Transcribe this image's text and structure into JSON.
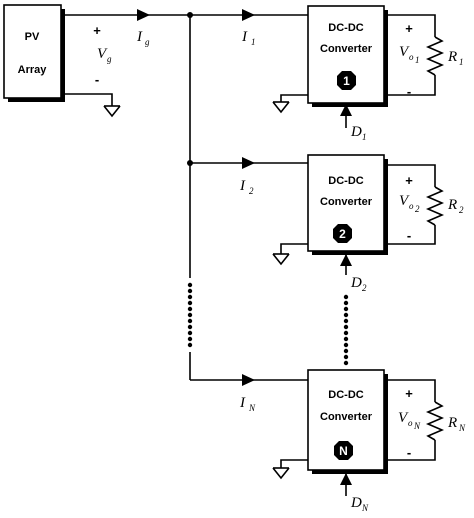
{
  "pv_array": {
    "line1": "PV",
    "line2": "Array"
  },
  "pv_terminals": {
    "plus": "+",
    "minus": "-",
    "voltage": "V",
    "voltage_sub": "g"
  },
  "source_current": {
    "symbol": "I",
    "sub": "g"
  },
  "branches": [
    {
      "current": "I",
      "current_sub": "1",
      "converter_line1": "DC-DC",
      "converter_line2": "Converter",
      "badge": "1",
      "duty": "D",
      "duty_sub": "1",
      "out_plus": "+",
      "out_minus": "-",
      "vout": "V",
      "vout_sub": "o",
      "vout_subsub": "1",
      "load": "R",
      "load_sub": "1"
    },
    {
      "current": "I",
      "current_sub": "2",
      "converter_line1": "DC-DC",
      "converter_line2": "Converter",
      "badge": "2",
      "duty": "D",
      "duty_sub": "2",
      "out_plus": "+",
      "out_minus": "-",
      "vout": "V",
      "vout_sub": "o",
      "vout_subsub": "2",
      "load": "R",
      "load_sub": "2"
    },
    {
      "current": "I",
      "current_sub": "N",
      "converter_line1": "DC-DC",
      "converter_line2": "Converter",
      "badge": "N",
      "duty": "D",
      "duty_sub": "N",
      "out_plus": "+",
      "out_minus": "-",
      "vout": "V",
      "vout_sub": "o",
      "vout_subsub": "N",
      "load": "R",
      "load_sub": "N"
    }
  ]
}
